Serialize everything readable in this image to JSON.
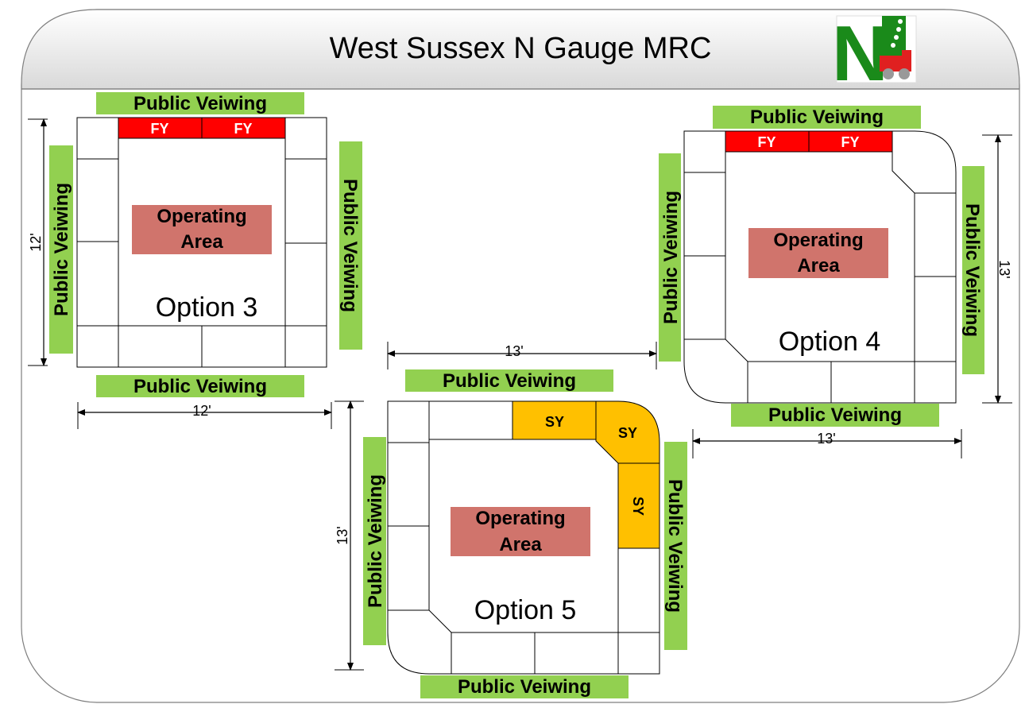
{
  "header": {
    "title": "West Sussex N Gauge MRC",
    "logo_letter": "N"
  },
  "colors": {
    "viewing": "#92d050",
    "operating": "#d0746c",
    "fiddle_yard": "#ff0000",
    "storage_yard": "#ffc000",
    "logo_green": "#1a8a1a",
    "logo_red": "#e02020"
  },
  "labels": {
    "public_viewing": "Public Veiwing",
    "operating_line1": "Operating",
    "operating_line2": "Area",
    "fy": "FY",
    "sy": "SY"
  },
  "options": {
    "opt3": {
      "name": "Option 3",
      "width_dim": "12'",
      "depth_dim": "12'"
    },
    "opt4": {
      "name": "Option 4",
      "width_dim": "13'",
      "depth_dim": "13'",
      "top_dim": "13'"
    },
    "opt5": {
      "name": "Option 5",
      "depth_dim": "13'"
    }
  }
}
